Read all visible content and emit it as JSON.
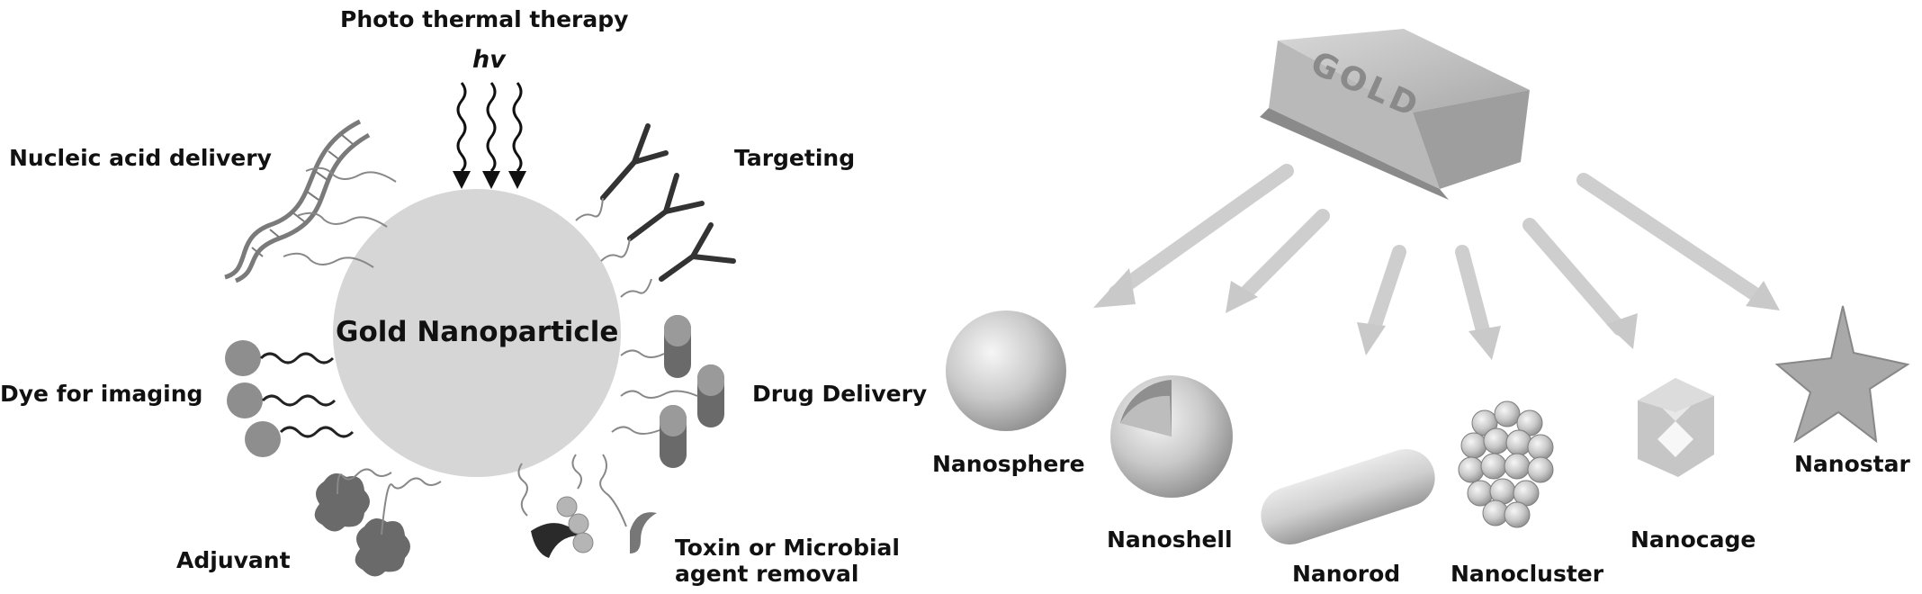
{
  "left_panel": {
    "center_label": "Gold Nanoparticle",
    "photo_thermal": "Photo thermal therapy",
    "hv": "hv",
    "nucleic": "Nucleic acid delivery",
    "targeting": "Targeting",
    "dye": "Dye for imaging",
    "drug": "Drug Delivery",
    "adjuvant": "Adjuvant",
    "toxin_line1": "Toxin or Microbial",
    "toxin_line2": "agent removal"
  },
  "right_panel": {
    "bar_text": "GOLD",
    "shapes": [
      {
        "key": "nanosphere",
        "label": "Nanosphere"
      },
      {
        "key": "nanoshell",
        "label": "Nanoshell"
      },
      {
        "key": "nanorod",
        "label": "Nanorod"
      },
      {
        "key": "nanocluster",
        "label": "Nanocluster"
      },
      {
        "key": "nanocage",
        "label": "Nanocage"
      },
      {
        "key": "nanostar",
        "label": "Nanostar"
      }
    ]
  }
}
